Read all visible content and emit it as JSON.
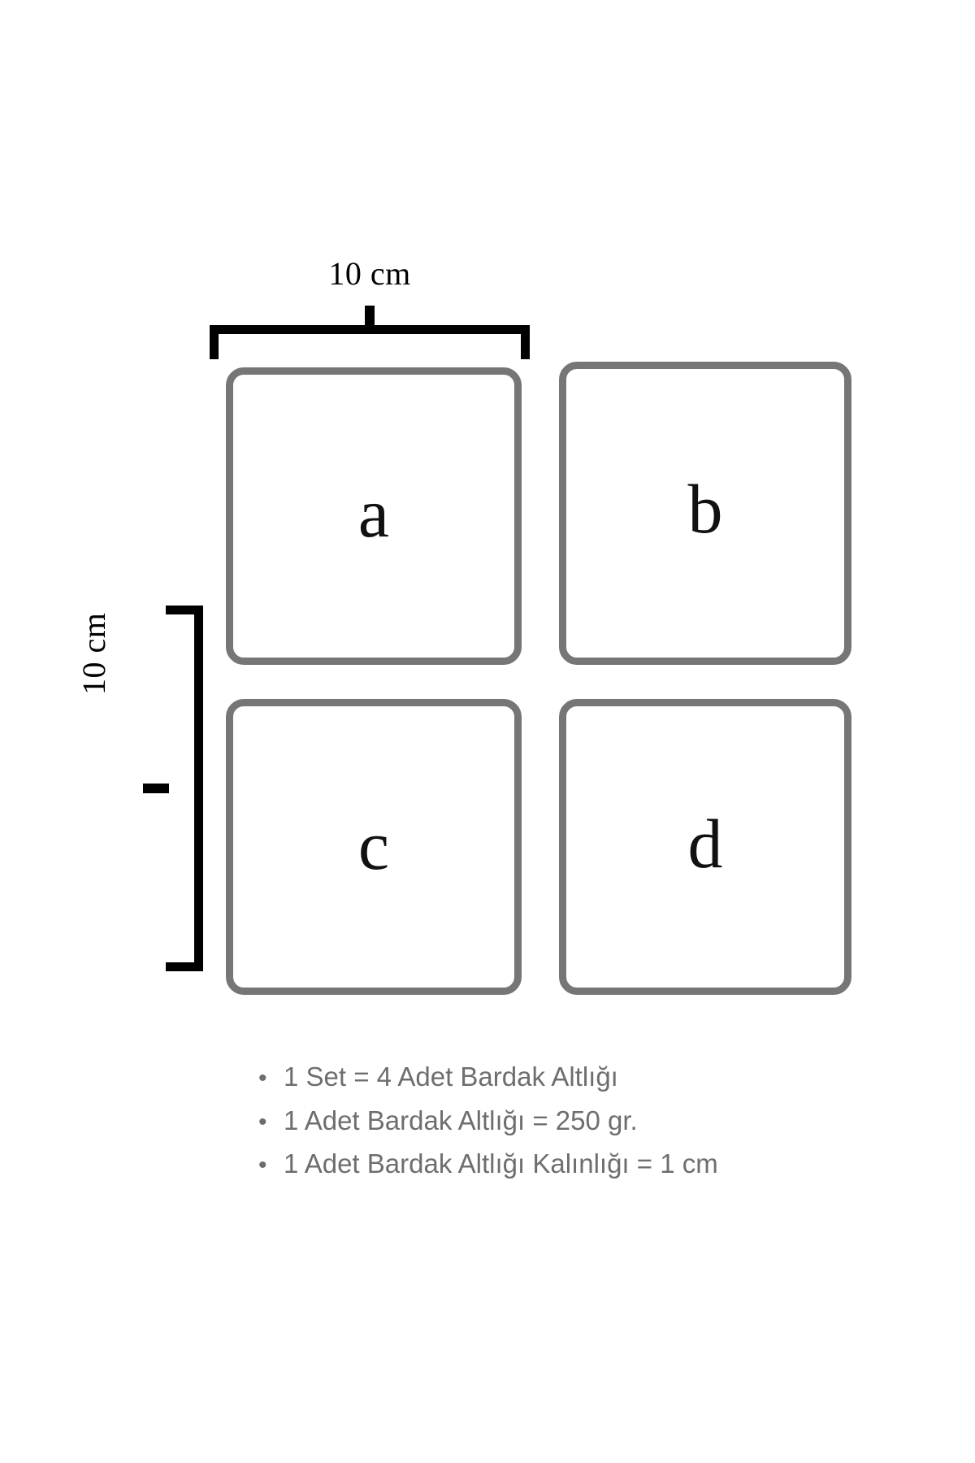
{
  "diagram": {
    "coasters": [
      {
        "label": "a",
        "name": "coaster-a"
      },
      {
        "label": "b",
        "name": "coaster-b"
      },
      {
        "label": "c",
        "name": "coaster-c"
      },
      {
        "label": "d",
        "name": "coaster-d"
      }
    ],
    "dimensions": {
      "width_label": "10 cm",
      "height_label": "10 cm"
    },
    "colors": {
      "coaster_outline": "#767676",
      "dimension_line": "#000000",
      "label_text": "#111111",
      "spec_text": "#6e6e6e",
      "background": "#ffffff"
    }
  },
  "specs": {
    "bullet": "•",
    "items": [
      "1 Set = 4 Adet Bardak Altlığı",
      "1 Adet Bardak Altlığı = 250 gr.",
      "1 Adet Bardak Altlığı Kalınlığı = 1 cm"
    ]
  }
}
